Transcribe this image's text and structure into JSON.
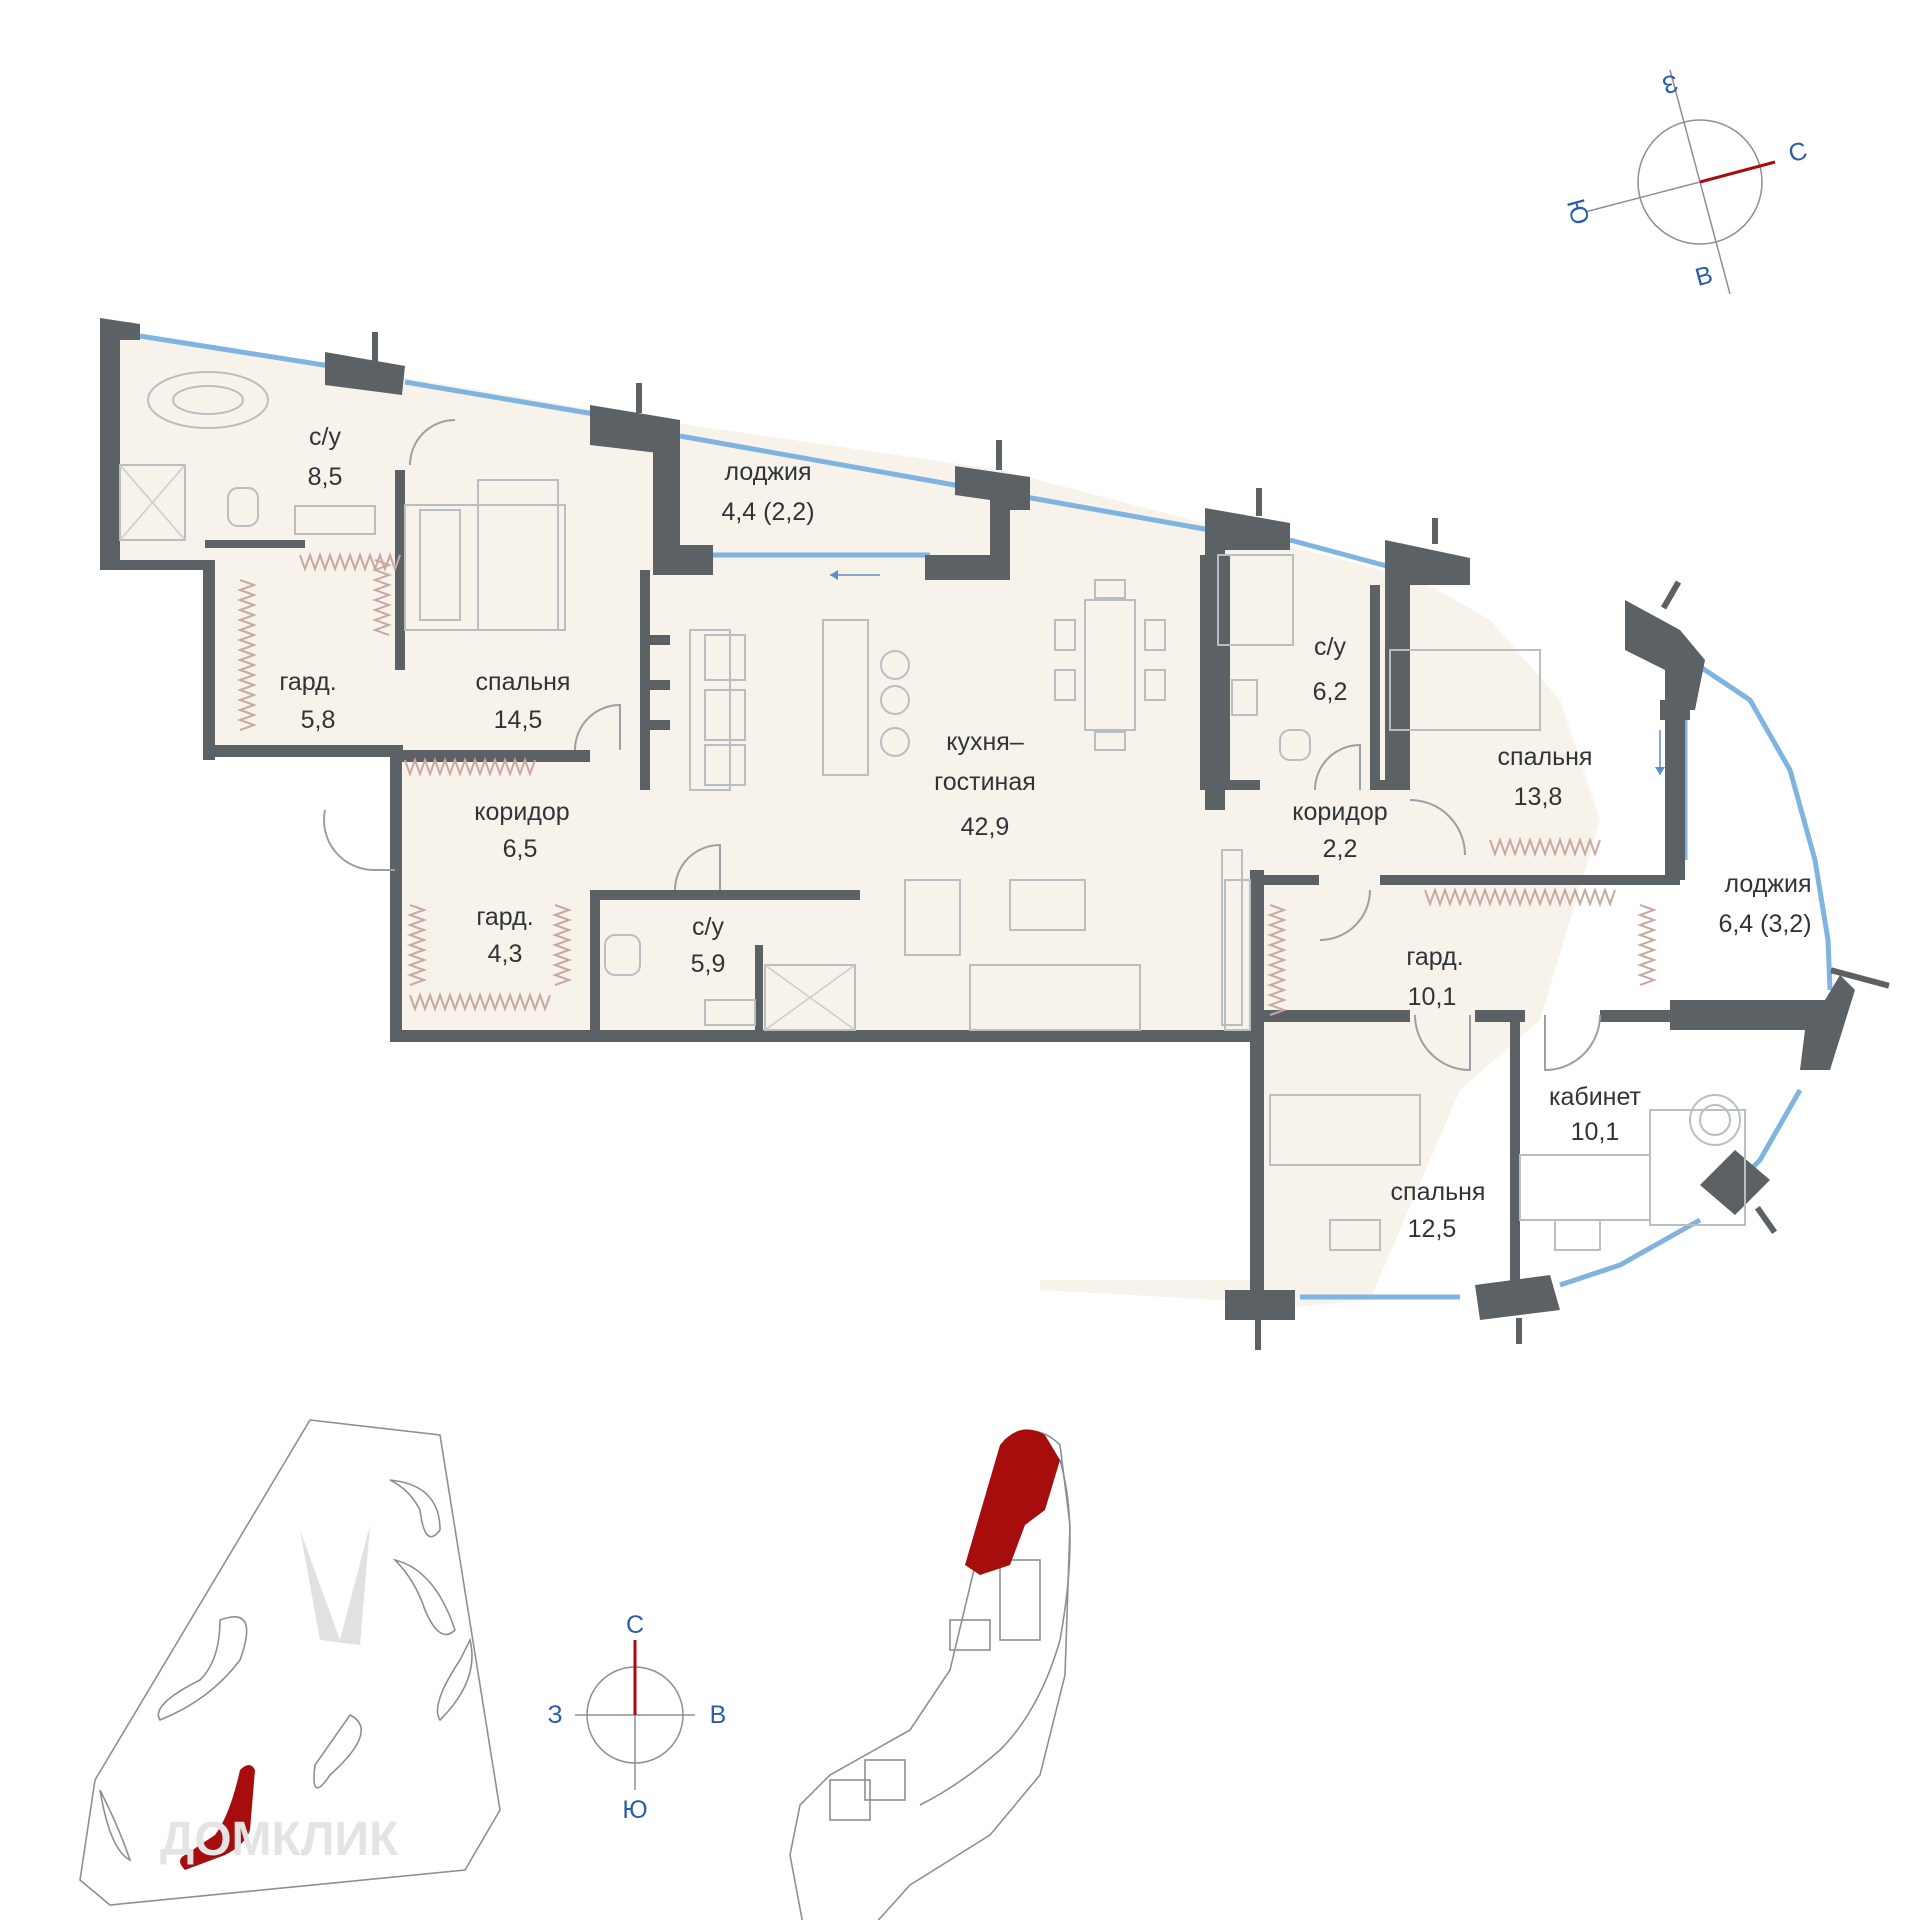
{
  "rooms": {
    "bath1": {
      "name": "с/у",
      "area": "8,5"
    },
    "loggia1": {
      "name": "лоджия",
      "area": "4,4 (2,2)"
    },
    "wardrobe1": {
      "name": "гард.",
      "area": "5,8"
    },
    "bedroom1": {
      "name": "спальня",
      "area": "14,5"
    },
    "kitchen": {
      "name1": "кухня–",
      "name2": "гостиная",
      "area": "42,9"
    },
    "corridor1": {
      "name": "коридор",
      "area": "6,5"
    },
    "wardrobe2": {
      "name": "гард.",
      "area": "4,3"
    },
    "bath2": {
      "name": "с/у",
      "area": "5,9"
    },
    "bath3": {
      "name": "с/у",
      "area": "6,2"
    },
    "corridor2": {
      "name": "коридор",
      "area": "2,2"
    },
    "bedroom2": {
      "name": "спальня",
      "area": "13,8"
    },
    "loggia2": {
      "name": "лоджия",
      "area": "6,4 (3,2)"
    },
    "wardrobe3": {
      "name": "гард.",
      "area": "10,1"
    },
    "study": {
      "name": "кабинет",
      "area": "10,1"
    },
    "bedroom3": {
      "name": "спальня",
      "area": "12,5"
    }
  },
  "compass_top": {
    "n": "С",
    "s": "Ю",
    "w": "З",
    "e": "В"
  },
  "compass_bottom": {
    "n": "С",
    "s": "Ю",
    "w": "З",
    "e": "В"
  },
  "colors": {
    "accent": "#a80d0d",
    "wall": "#5c6165",
    "floor": "#f7f3ea",
    "compass_text": "#2a5fa8",
    "glass": "#7fb4e0"
  },
  "watermark": "ДОМКЛИК"
}
